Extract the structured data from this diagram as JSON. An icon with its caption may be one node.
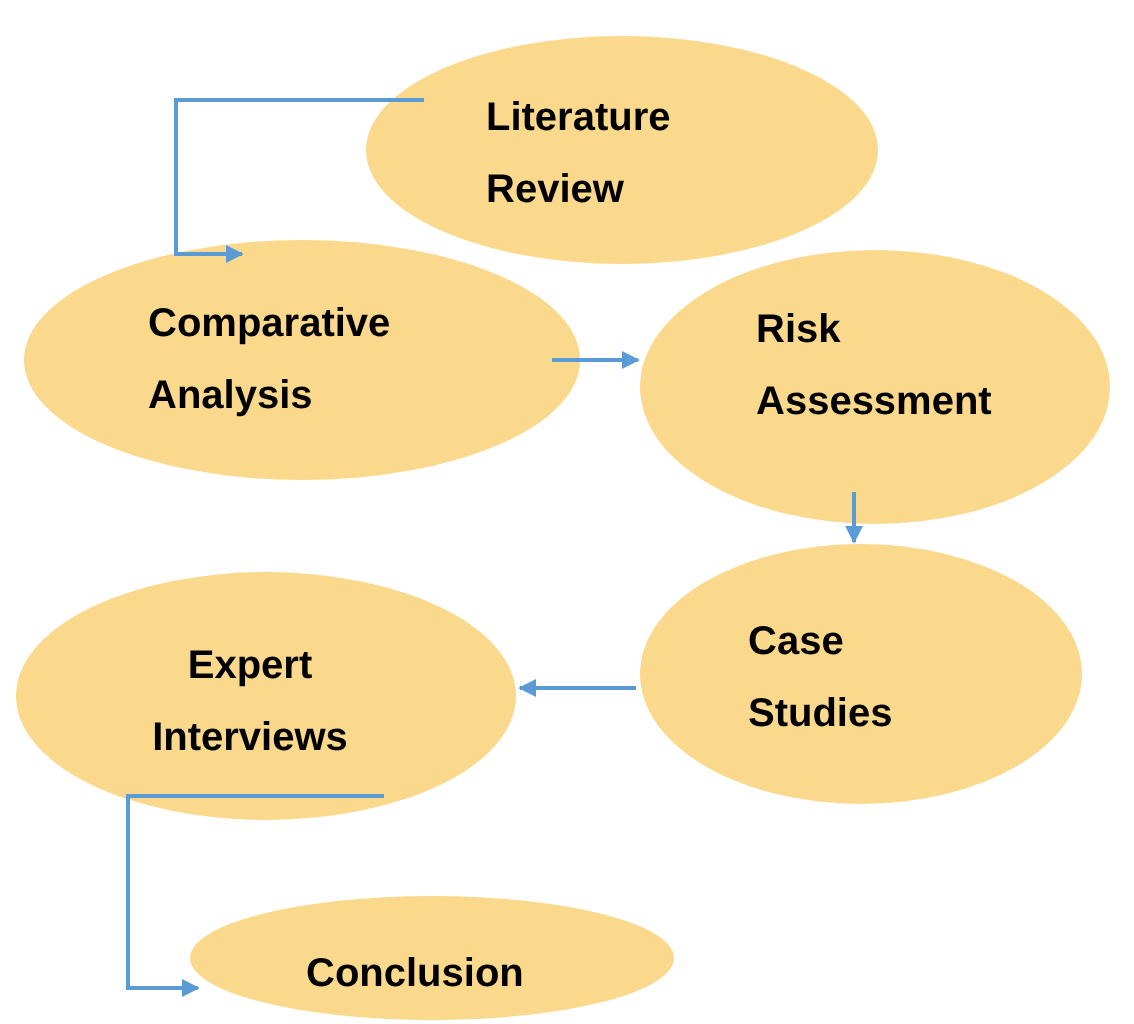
{
  "diagram": {
    "nodes": [
      {
        "text": [
          "Literature Review"
        ]
      },
      {
        "text": [
          "Comparative Analysis"
        ]
      },
      {
        "text": [
          "Risk Assessment"
        ]
      },
      {
        "text": [
          "Case Studies"
        ]
      },
      {
        "text": [
          "Expert Interviews"
        ]
      },
      {
        "text": [
          "Conclusion"
        ]
      }
    ],
    "edges": [
      {
        "from": 0,
        "to": 1,
        "arrow": "to"
      },
      {
        "from": 1,
        "to": 2,
        "arrow": "to"
      },
      {
        "from": 2,
        "to": 3,
        "arrow": "to"
      },
      {
        "from": 3,
        "to": 4,
        "arrow": "to"
      },
      {
        "from": 4,
        "to": 5,
        "arrow": "to"
      }
    ]
  }
}
